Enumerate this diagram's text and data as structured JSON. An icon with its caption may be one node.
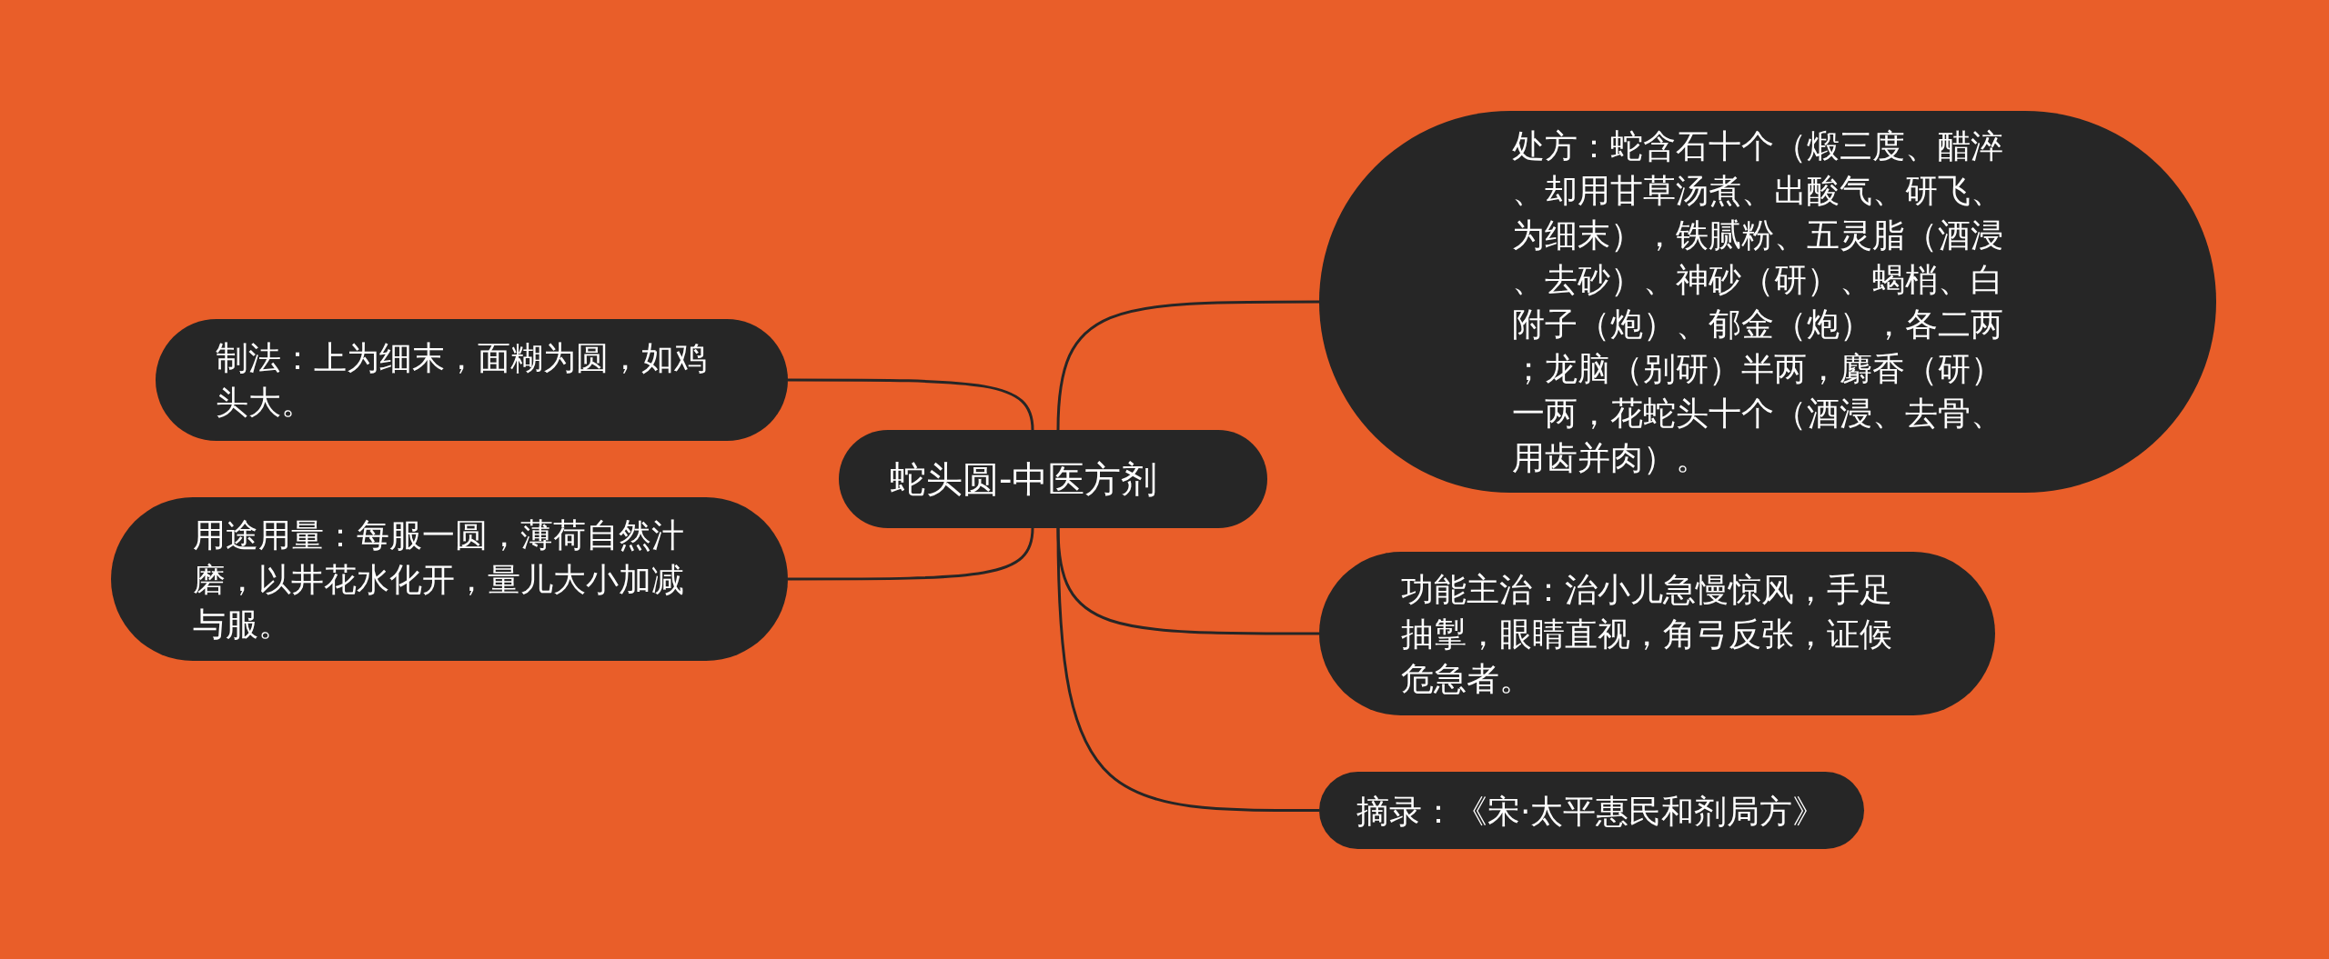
{
  "diagram": {
    "nodes": [
      {
        "text": [
          "蛇头圆-中医方剂"
        ]
      },
      {
        "text": [
          "处方：蛇含石十个（煅三度、醋淬、却用甘草汤煮、出酸气、研飞、为细末），铁腻粉、五灵脂（酒浸、去砂）、神砂（研）、蝎梢、白附子（炮）、郁金（炮），各二两；龙脑（别研）半两，麝香（研）一两，花蛇头十个（酒浸、去骨、用齿并肉）。"
        ]
      },
      {
        "text": [
          "功能主治：治小儿急慢惊风，手足抽掣，眼睛直视，角弓反张，证候危急者。"
        ]
      },
      {
        "text": [
          "摘录：《宋·太平惠民和剂局方》"
        ]
      },
      {
        "text": [
          "制法：上为细末，面糊为圆，如鸡头大。"
        ]
      },
      {
        "text": [
          "用途用量：每服一圆，薄荷自然汁磨，以井花水化开，量儿大小加减与服。"
        ]
      }
    ],
    "edges": [
      {
        "from": 0,
        "to": 1,
        "arrow": "none"
      },
      {
        "from": 0,
        "to": 2,
        "arrow": "none"
      },
      {
        "from": 0,
        "to": 3,
        "arrow": "none"
      },
      {
        "from": 0,
        "to": 4,
        "arrow": "none"
      },
      {
        "from": 0,
        "to": 5,
        "arrow": "none"
      }
    ]
  }
}
